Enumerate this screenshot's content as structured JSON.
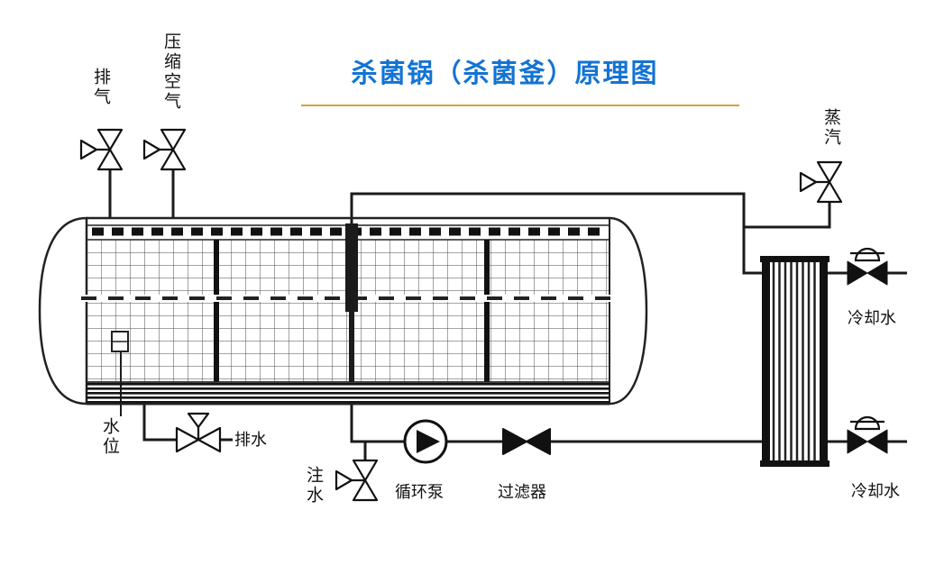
{
  "header": {
    "title": "杀菌锅（杀菌釜）原理图"
  },
  "labels": {
    "exhaust": "排气",
    "compressed_air": "压缩空气",
    "steam": "蒸汽",
    "cooling_water_top": "冷却水",
    "cooling_water_bottom": "冷却水",
    "water_level": "水位",
    "drain": "排水",
    "water_fill": "注水",
    "circulation_pump": "循环泵",
    "filter": "过滤器"
  },
  "colors": {
    "title": "#1373d4",
    "underline": "#d8a13a",
    "line": "#1b1b1b",
    "background": "#ffffff"
  }
}
